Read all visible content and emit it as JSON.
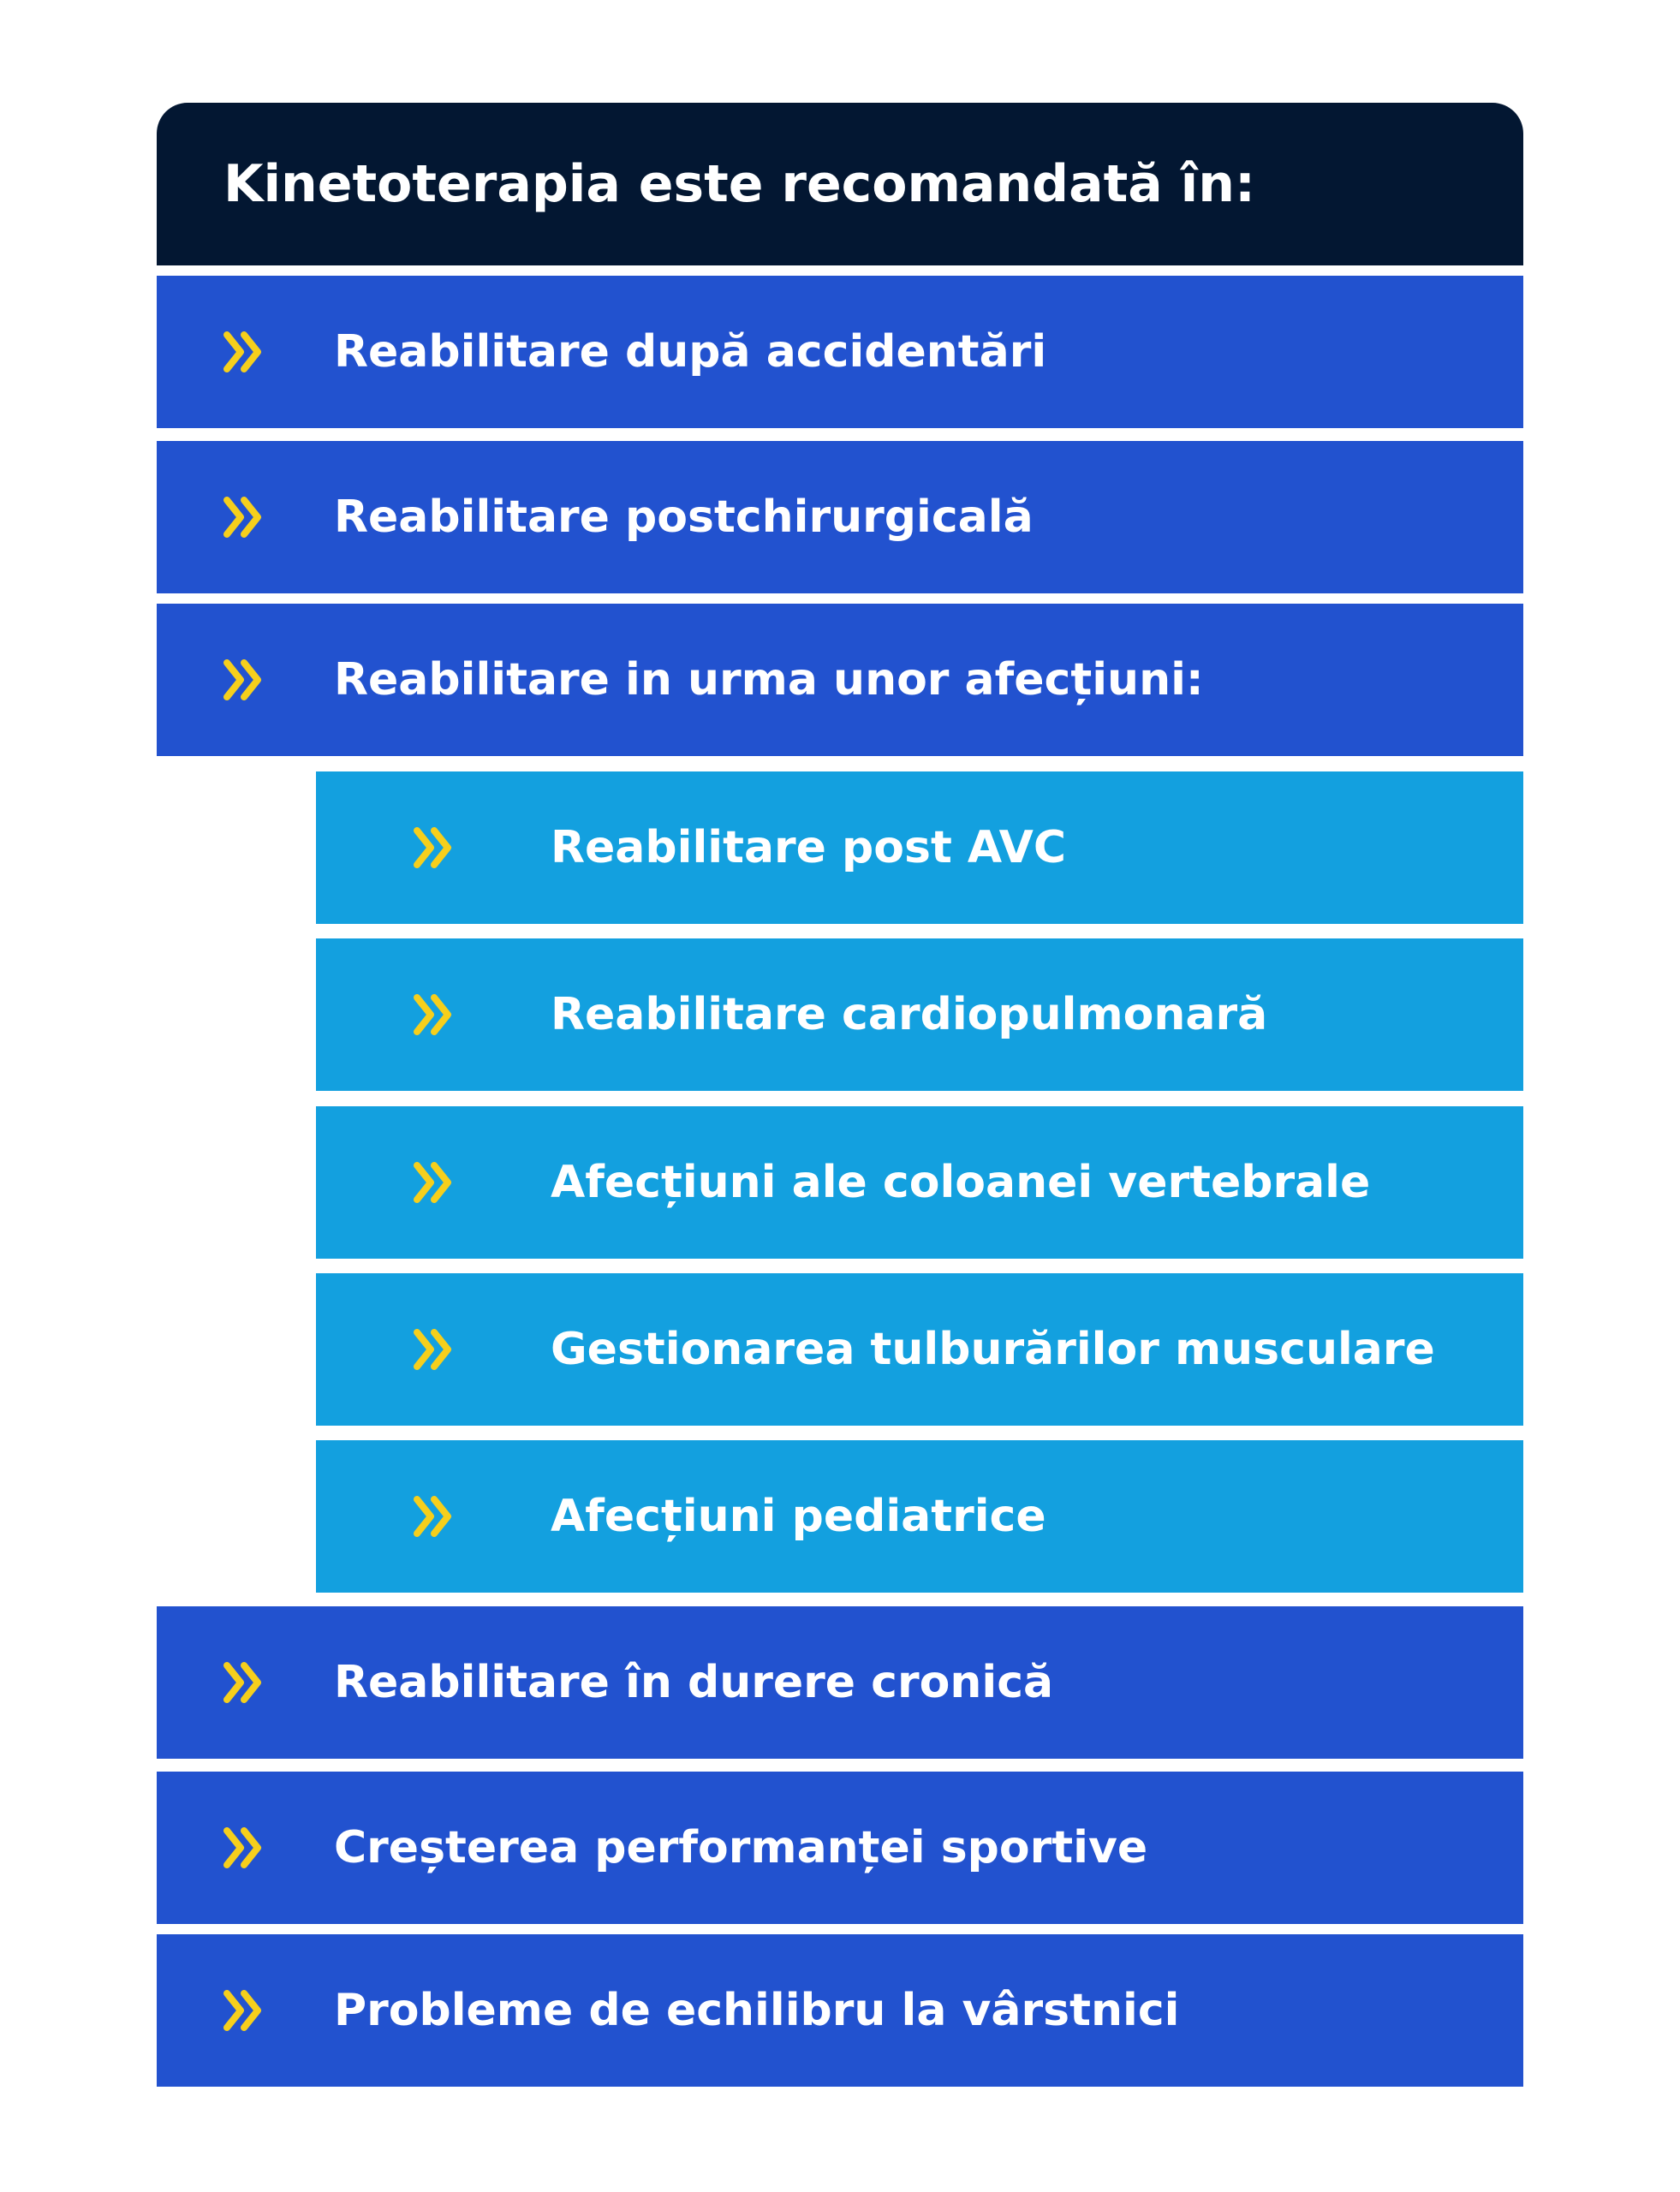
{
  "header": {
    "title": "Kinetoterapia este recomandată în:"
  },
  "colors": {
    "header_bg": "#031732",
    "main_row_bg": "#2252cf",
    "sub_row_bg": "#13a0df",
    "bullet": "#f6cf1c",
    "text": "#ffffff"
  },
  "bullet_icon": "double-chevron-right-icon",
  "items": [
    {
      "label": "Reabilitare după accidentări"
    },
    {
      "label": "Reabilitare postchirurgicală"
    },
    {
      "label": "Reabilitare in urma unor afecțiuni:"
    },
    {
      "label": "Reabilitare post AVC"
    },
    {
      "label": "Reabilitare cardiopulmonară"
    },
    {
      "label": "Afecțiuni ale coloanei vertebrale"
    },
    {
      "label": "Gestionarea tulburărilor musculare"
    },
    {
      "label": "Afecțiuni pediatrice"
    },
    {
      "label": "Reabilitare în durere cronică"
    },
    {
      "label": "Creșterea performanței sportive"
    },
    {
      "label": "Probleme de echilibru la vârstnici"
    }
  ]
}
